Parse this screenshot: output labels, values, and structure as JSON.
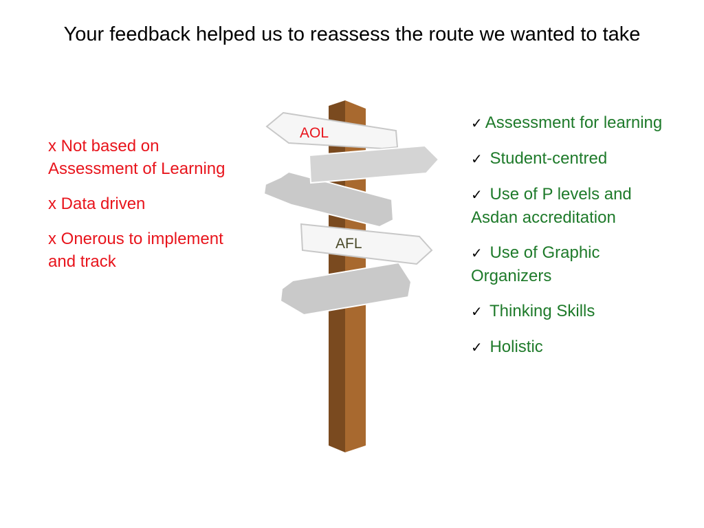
{
  "slide": {
    "title": "Your feedback helped us to reassess the route we wanted to take"
  },
  "left_list": {
    "items": [
      "x Not based on Assessment of Learning",
      "x Data driven",
      "x Onerous to implement and track"
    ]
  },
  "right_list": {
    "check_glyph": "✓",
    "items": [
      "Assessment for learning",
      "Student-centred",
      "Use of P levels and Asdan accreditation",
      "Use of Graphic Organizers",
      "Thinking Skills",
      "Holistic"
    ]
  },
  "signpost": {
    "sign_aol": "AOL",
    "sign_afl": "AFL"
  },
  "colors": {
    "negative": "#e8141c",
    "positive": "#1e7a2a",
    "post": "#9a5e2a",
    "aol_label": "#e8141c",
    "afl_label": "#4a4a2a"
  }
}
